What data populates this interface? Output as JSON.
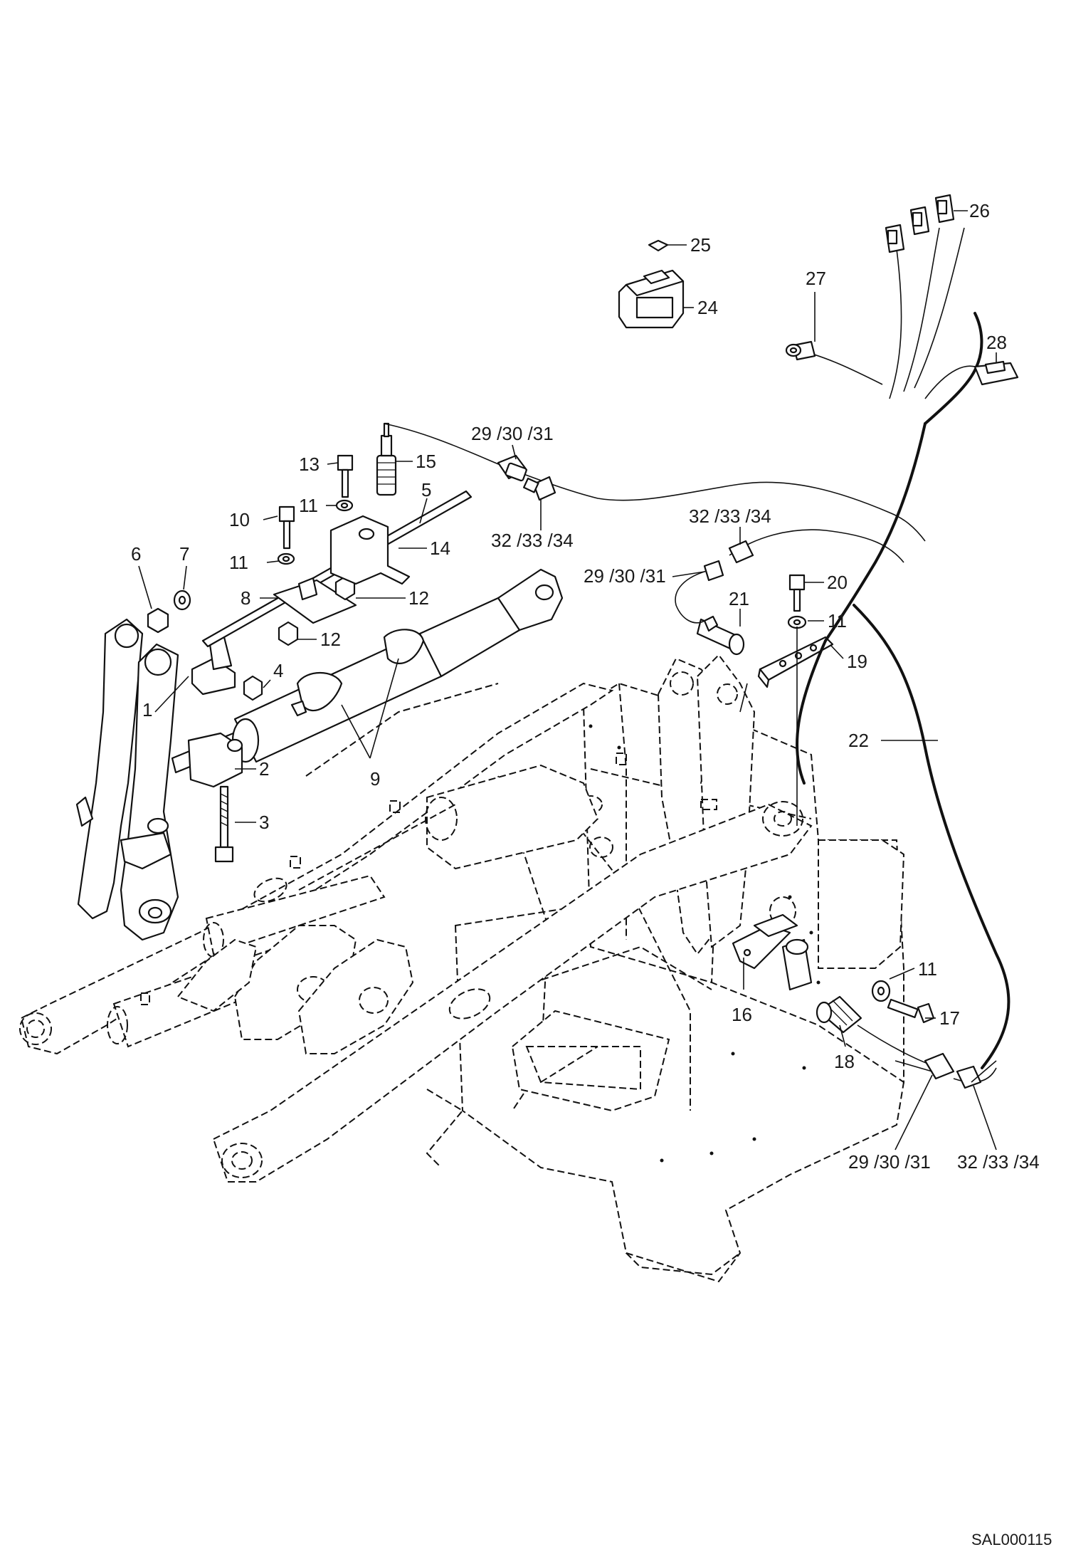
{
  "drawing_ref": "SAL000115",
  "callouts": {
    "c1": "1",
    "c2": "2",
    "c3": "3",
    "c4": "4",
    "c5": "5",
    "c6": "6",
    "c7": "7",
    "c8": "8",
    "c9": "9",
    "c10": "10",
    "c11a": "11",
    "c11b": "11",
    "c11c": "11",
    "c11d": "11",
    "c12a": "12",
    "c12b": "12",
    "c13": "13",
    "c14": "14",
    "c15": "15",
    "c16": "16",
    "c17": "17",
    "c18": "18",
    "c19": "19",
    "c20": "20",
    "c21": "21",
    "c22": "22",
    "c24": "24",
    "c25": "25",
    "c26": "26",
    "c27": "27",
    "c28": "28",
    "c29a": "29 /30 /31",
    "c29b": "29 /30 /31",
    "c29c": "29 /30 /31",
    "c32a": "32 /33 /34",
    "c32b": "32 /33 /34",
    "c32c": "32 /33 /34"
  }
}
